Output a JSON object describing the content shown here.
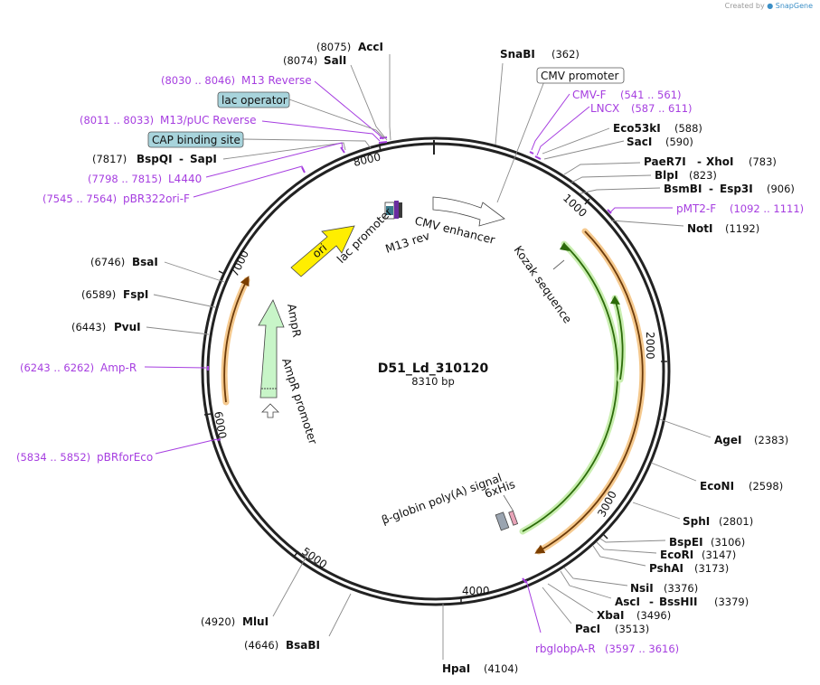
{
  "credit": {
    "prefix": "Created by",
    "brand": "SnapGene"
  },
  "plasmid": {
    "name": "D51_Ld_310120",
    "length_label": "8310 bp",
    "length": 8310
  },
  "ticks": [
    "1000",
    "2000",
    "3000",
    "4000",
    "5000",
    "6000",
    "7000",
    "8000"
  ],
  "sites": [
    {
      "name": "AccI",
      "pos": "(8075)"
    },
    {
      "name": "SalI",
      "pos": "(8074)"
    },
    {
      "name": "BspQI",
      "name2": "SapI",
      "pos": "(7817)"
    },
    {
      "name": "BsaI",
      "pos": "(6746)"
    },
    {
      "name": "FspI",
      "pos": "(6589)"
    },
    {
      "name": "PvuI",
      "pos": "(6443)"
    },
    {
      "name": "MluI",
      "pos": "(4920)"
    },
    {
      "name": "BsaBI",
      "pos": "(4646)"
    },
    {
      "name": "HpaI",
      "pos": "(4104)"
    },
    {
      "name": "SnaBI",
      "pos": "(362)"
    },
    {
      "name": "Eco53kI",
      "pos": "(588)"
    },
    {
      "name": "SacI",
      "pos": "(590)"
    },
    {
      "name": "PaeR7I",
      "name2": "XhoI",
      "pos": "(783)"
    },
    {
      "name": "BlpI",
      "pos": "(823)"
    },
    {
      "name": "BsmBI",
      "name2": "Esp3I",
      "pos": "(906)"
    },
    {
      "name": "NotI",
      "pos": "(1192)"
    },
    {
      "name": "AgeI",
      "pos": "(2383)"
    },
    {
      "name": "EcoNI",
      "pos": "(2598)"
    },
    {
      "name": "SphI",
      "pos": "(2801)"
    },
    {
      "name": "BspEI",
      "pos": "(3106)"
    },
    {
      "name": "EcoRI",
      "pos": "(3147)"
    },
    {
      "name": "PshAI",
      "pos": "(3173)"
    },
    {
      "name": "NsiI",
      "pos": "(3376)"
    },
    {
      "name": "AscI",
      "name2": "BssHII",
      "pos": "(3379)"
    },
    {
      "name": "XbaI",
      "pos": "(3496)"
    },
    {
      "name": "PacI",
      "pos": "(3513)"
    }
  ],
  "primers": [
    {
      "name": "M13 Reverse",
      "pos": "(8030 .. 8046)"
    },
    {
      "name": "M13/pUC Reverse",
      "pos": "(8011 .. 8033)"
    },
    {
      "name": "L4440",
      "pos": "(7798 .. 7815)"
    },
    {
      "name": "pBR322ori-F",
      "pos": "(7545 .. 7564)"
    },
    {
      "name": "Amp-R",
      "pos": "(6243 .. 6262)"
    },
    {
      "name": "pBRforEco",
      "pos": "(5834 .. 5852)"
    },
    {
      "name": "CMV-F",
      "pos": "(541 .. 561)"
    },
    {
      "name": "LNCX",
      "pos": "(587 .. 611)"
    },
    {
      "name": "pMT2-F",
      "pos": "(1092 .. 1111)"
    },
    {
      "name": "rbglobpA-R",
      "pos": "(3597 .. 3616)"
    }
  ],
  "boxed_features": [
    {
      "name": "lac operator"
    },
    {
      "name": "CAP binding site"
    },
    {
      "name": "CMV promoter"
    }
  ],
  "features": {
    "cmv_enhancer": "CMV enhancer",
    "lac_promoter": "lac promoter",
    "m13_rev": "M13 rev",
    "ori": "ori",
    "ampr": "AmpR",
    "ampr_promoter": "AmpR promoter",
    "kozak": "Kozak sequence",
    "his_tag": "6xHis",
    "polya": "β-globin poly(A) signal"
  },
  "colors": {
    "backbone": "#222222",
    "primer": "#a63ee0",
    "orf_orange": "#e8962e",
    "orf_green": "#4fa61f",
    "ori_yellow": "#ffee00",
    "ampr_green": "#c8f5c8",
    "boxed_fill": "#a8d4dc"
  }
}
